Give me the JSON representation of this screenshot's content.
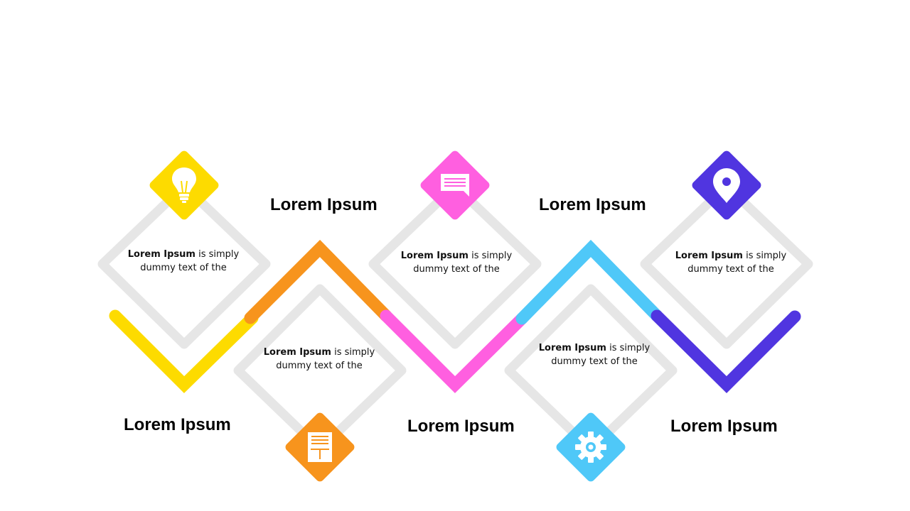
{
  "steps": [
    {
      "id": "step-1",
      "color": "#FDDB00",
      "icon": "lightbulb-icon",
      "title": "Lorem Ipsum",
      "desc_bold": "Lorem Ipsum",
      "desc_rest": " is simply",
      "desc_line2": "dummy  text of the"
    },
    {
      "id": "step-2",
      "color": "#F7941D",
      "icon": "document-icon",
      "title": "Lorem Ipsum",
      "desc_bold": "Lorem Ipsum",
      "desc_rest": " is simply",
      "desc_line2": "dummy  text of the"
    },
    {
      "id": "step-3",
      "color": "#FF5FE0",
      "icon": "chat-bubble-icon",
      "title": "Lorem Ipsum",
      "desc_bold": "Lorem Ipsum",
      "desc_rest": " is simply",
      "desc_line2": "dummy  text of the"
    },
    {
      "id": "step-4",
      "color": "#4FC8F8",
      "icon": "gear-icon",
      "title": "Lorem Ipsum",
      "desc_bold": "Lorem Ipsum",
      "desc_rest": " is simply",
      "desc_line2": "dummy  text of the"
    },
    {
      "id": "step-5",
      "color": "#5035E0",
      "icon": "location-pin-icon",
      "title": "Lorem Ipsum",
      "desc_bold": "Lorem Ipsum",
      "desc_rest": " is simply",
      "desc_line2": "dummy  text of the"
    }
  ],
  "outline_color": "#E6E6E6"
}
